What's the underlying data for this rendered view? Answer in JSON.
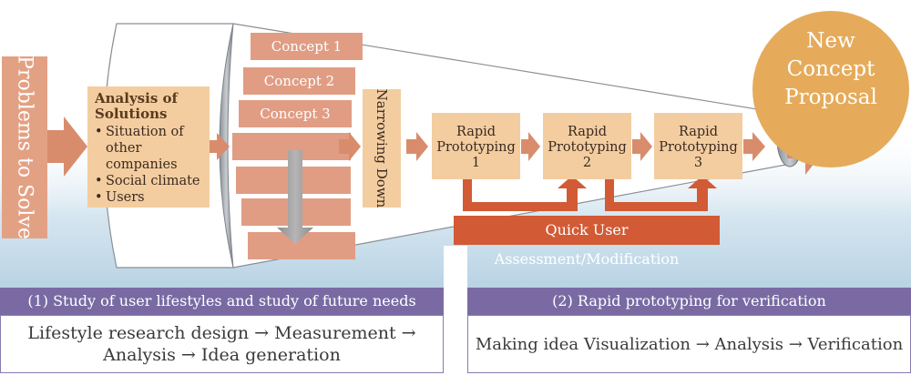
{
  "problems_label": "Problems to Solve",
  "analysis": {
    "title": "Analysis of Solutions",
    "items": [
      "Situation of other companies",
      "Social climate",
      "Users"
    ]
  },
  "concepts": [
    "Concept 1",
    "Concept 2",
    "Concept 3"
  ],
  "narrowing_label": "Narrowing Down",
  "prototypes": [
    {
      "line1": "Rapid",
      "line2": "Prototyping",
      "number": "1"
    },
    {
      "line1": "Rapid",
      "line2": "Prototyping",
      "number": "2"
    },
    {
      "line1": "Rapid",
      "line2": "Prototyping",
      "number": "3"
    }
  ],
  "quick_assessment": "Quick User Assessment/Modification",
  "new_concept": {
    "line1": "New",
    "line2": "Concept",
    "line3": "Proposal"
  },
  "stage1": {
    "title": "(1) Study of user lifestyles and study of future needs",
    "line1": "Lifestyle research design → Measurement →",
    "line2": "Analysis → Idea generation"
  },
  "stage2": {
    "title": "(2) Rapid prototyping for verification",
    "body": "Making idea Visualization → Analysis → Verification"
  },
  "colors": {
    "salmon": "#e3a184",
    "concept_box": "#e09d84",
    "light_box": "#f3cda0",
    "arrow": "#d98c6c",
    "red_accent": "#d25a35",
    "new_concept": "#e5ab5b",
    "band": "#7a6aa3",
    "sky": "#c7dce9"
  }
}
